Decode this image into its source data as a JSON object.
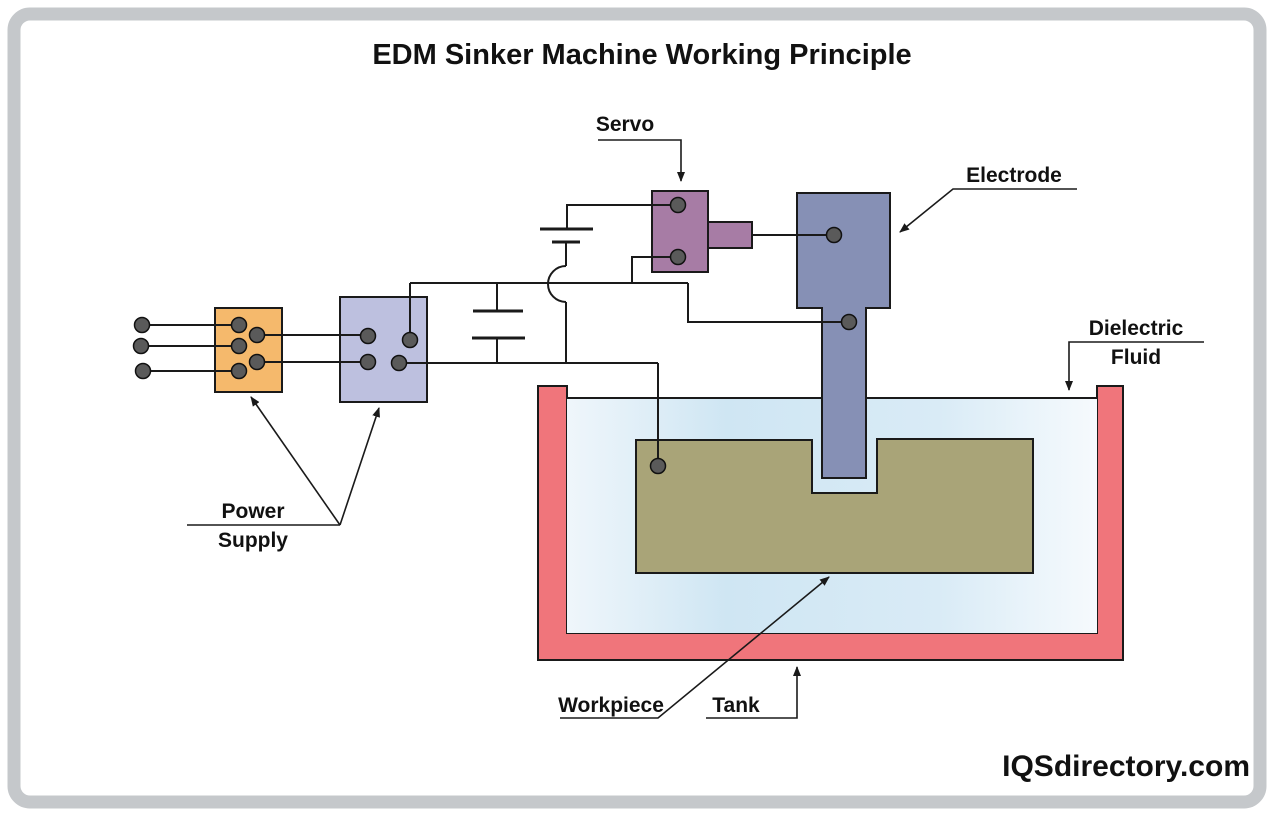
{
  "title": "EDM Sinker Machine Working Principle",
  "brand": "IQSdirectory.com",
  "labels": {
    "servo": "Servo",
    "electrode": "Electrode",
    "dielectric_line1": "Dielectric",
    "dielectric_line2": "Fluid",
    "power_line1": "Power",
    "power_line2": "Supply",
    "workpiece": "Workpiece",
    "tank": "Tank"
  },
  "colors": {
    "frame": "#c5c8cb",
    "power_input_box": "#f5b96c",
    "power_box": "#bdc0df",
    "servo_box": "#a77ca5",
    "electrode": "#8690b5",
    "workpiece": "#a9a478",
    "tank": "#f0757b",
    "fluid_stop1": "#eff6fb",
    "fluid_stop2": "#cfe6f3",
    "fluid_stop3": "#d9ebf6",
    "fluid_stop4": "#f6fafd",
    "dot": "#5a5a5a",
    "line": "#1a1a1a"
  }
}
